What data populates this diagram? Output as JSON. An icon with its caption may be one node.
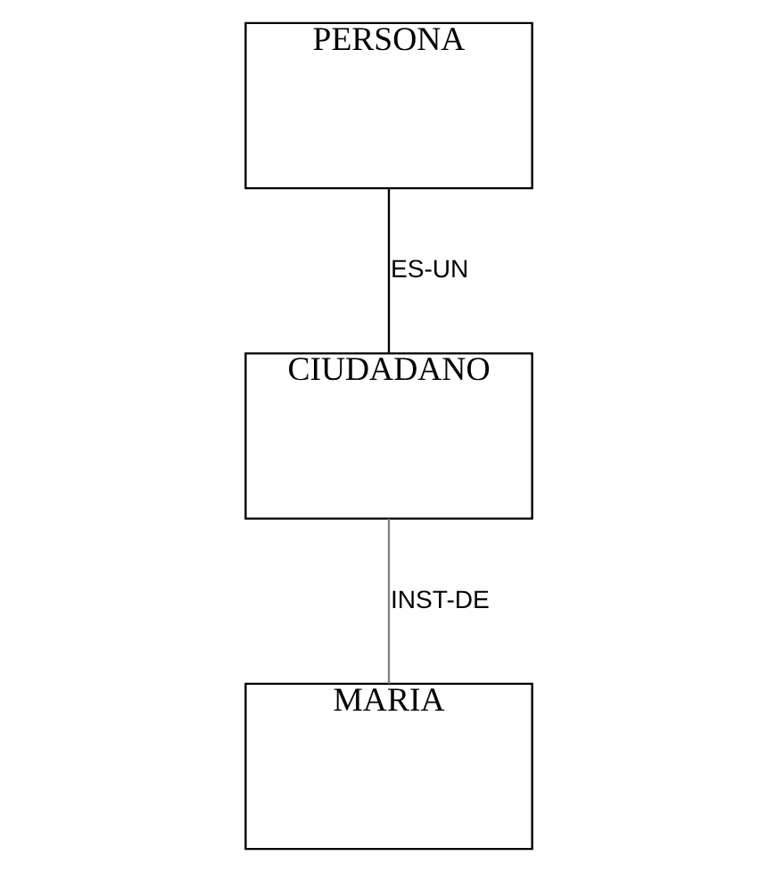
{
  "diagram": {
    "nodes": [
      {
        "text": [
          "PERSONA"
        ]
      },
      {
        "text": [
          "CIUDADANO"
        ]
      },
      {
        "text": [
          "MARIA"
        ]
      }
    ],
    "edges": [
      {
        "from": 0,
        "to": 1,
        "arrow": "none",
        "label": "ES-UN"
      },
      {
        "from": 1,
        "to": 2,
        "arrow": "none",
        "label": "INST-DE",
        "color": "#808080"
      }
    ]
  }
}
